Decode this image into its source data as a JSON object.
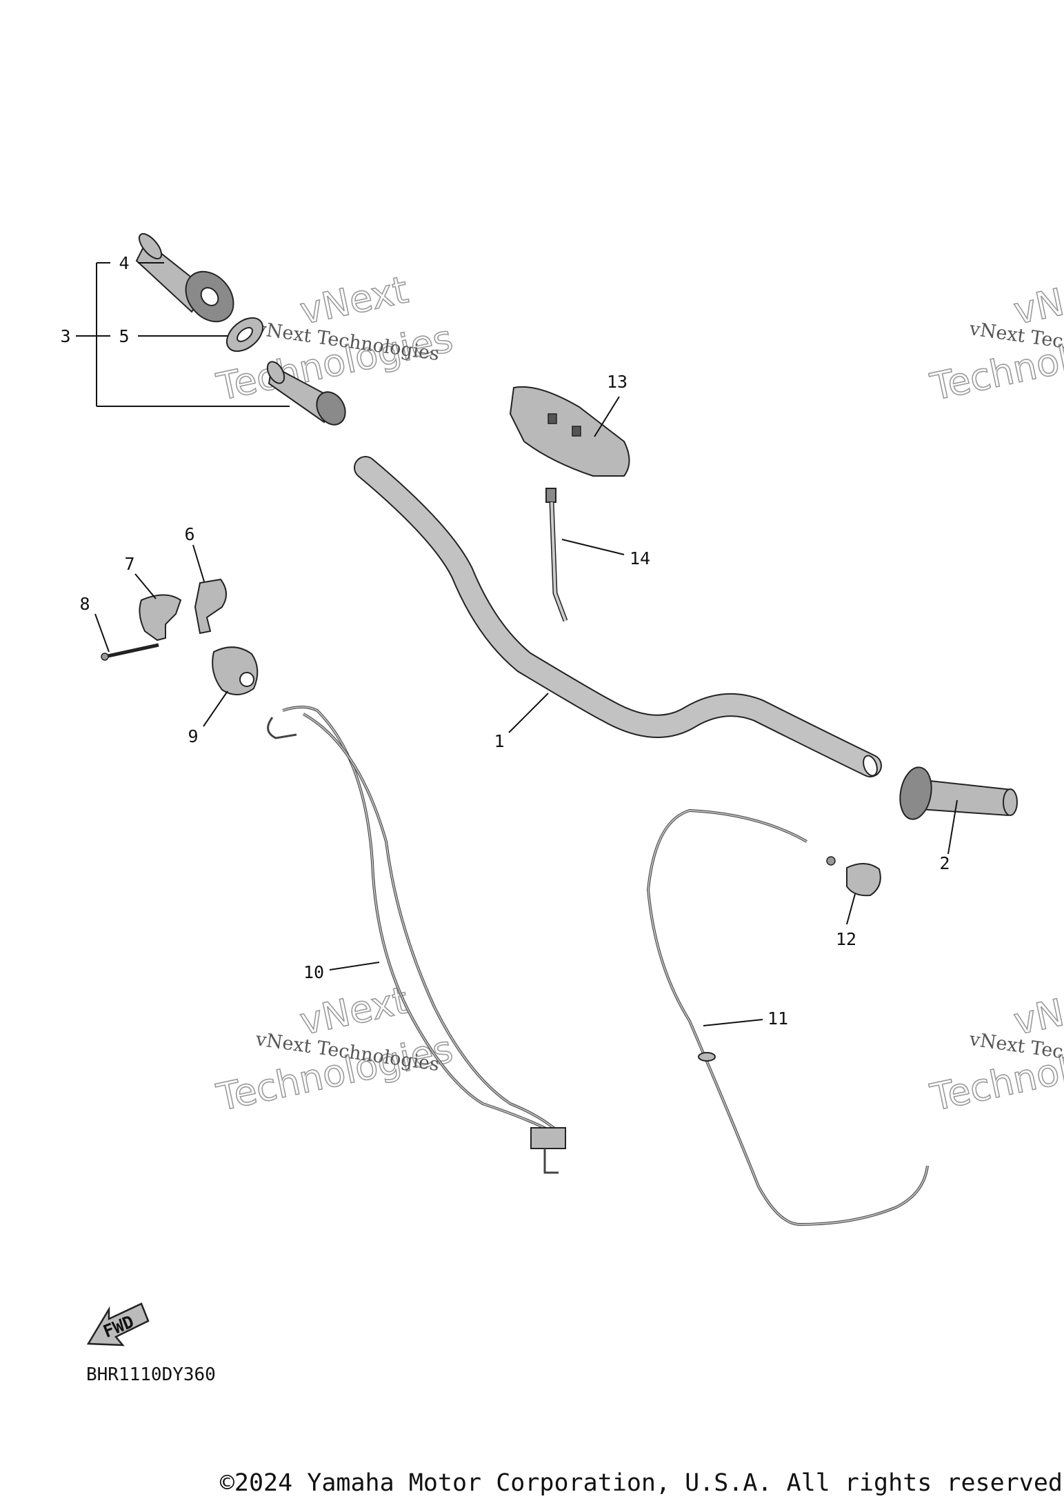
{
  "callouts": [
    {
      "id": "1",
      "text": "1"
    },
    {
      "id": "2",
      "text": "2"
    },
    {
      "id": "3",
      "text": "3"
    },
    {
      "id": "4",
      "text": "4"
    },
    {
      "id": "5",
      "text": "5"
    },
    {
      "id": "6",
      "text": "6"
    },
    {
      "id": "7",
      "text": "7"
    },
    {
      "id": "8",
      "text": "8"
    },
    {
      "id": "9",
      "text": "9"
    },
    {
      "id": "10",
      "text": "10"
    },
    {
      "id": "11",
      "text": "11"
    },
    {
      "id": "12",
      "text": "12"
    },
    {
      "id": "13",
      "text": "13"
    },
    {
      "id": "14",
      "text": "14"
    }
  ],
  "watermark": {
    "small": "vNext Technologies",
    "large_line1": "vNext",
    "large_line2": "Technologies"
  },
  "fwd_label": "FWD",
  "diagram_code": "BHR1110DY360",
  "copyright": "©2024 Yamaha Motor Corporation, U.S.A. All rights reserved"
}
